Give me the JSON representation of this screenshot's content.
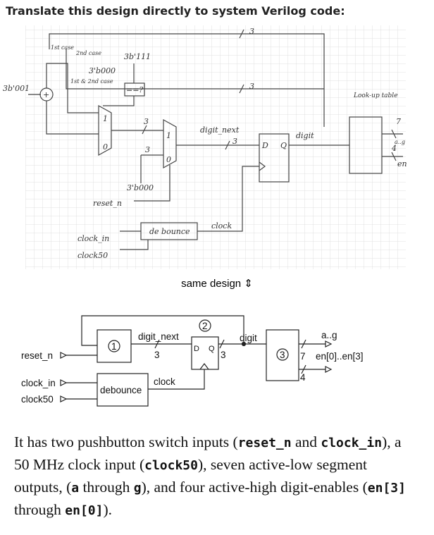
{
  "title": "Translate this design directly to system Verilog code:",
  "sketch": {
    "labels": {
      "bus3_top": "3",
      "const_3b111": "3b'111",
      "const_3b001": "3b'001",
      "adder": "+",
      "cmp": "==?",
      "first_case": "1st case",
      "second_case": "2nd case",
      "const_3b000_a": "3'b000",
      "first_second_case": "1st & 2nd case",
      "bus3_mid": "3",
      "mux1_1": "1",
      "mux1_0": "0",
      "bus3_a": "3",
      "bus3_b": "3",
      "mux2_1": "1",
      "mux2_0": "0",
      "digit_next": "digit_next",
      "bus3_c": "3",
      "ff_d": "D",
      "ff_q": "Q",
      "digit": "digit",
      "lookup": "Look-up table",
      "out_7": "7",
      "out_ag": "a..g",
      "out_4": "4",
      "out_en": "en",
      "const_3b000_b": "3'b000",
      "reset": "reset_n",
      "debounce": "de bounce",
      "clock": "clock",
      "clock_in": "clock_in",
      "clock50": "clock50"
    }
  },
  "caption": "same design ⇕",
  "block": {
    "circle1": "1",
    "circle2": "2",
    "circle3": "3",
    "digit_next": "digit_next",
    "bus_3a": "3",
    "ff_d": "D",
    "ff_q": "Q",
    "bus_3b": "3",
    "digit": "digit",
    "ag": "a..g",
    "bus_7": "7",
    "en": "en[0]..en[3]",
    "bus_4": "4",
    "reset_n": "reset_n",
    "clock_in": "clock_in",
    "clock50": "clock50",
    "debounce": "debounce",
    "clock": "clock"
  },
  "paragraph": {
    "p1": "It has two pushbutton switch inputs (",
    "c1": "reset_n",
    "p2": " and ",
    "c2": "clock_in",
    "p3": "), a 50 MHz clock input (",
    "c3": "clock50",
    "p4": "), seven active-low segment outputs, (",
    "c4": "a",
    "p5": " through ",
    "c5": "g",
    "p6": "), and four active-high digit-enables (",
    "c6": "en[3]",
    "p7": " through ",
    "c7": "en[0]",
    "p8": ")."
  }
}
